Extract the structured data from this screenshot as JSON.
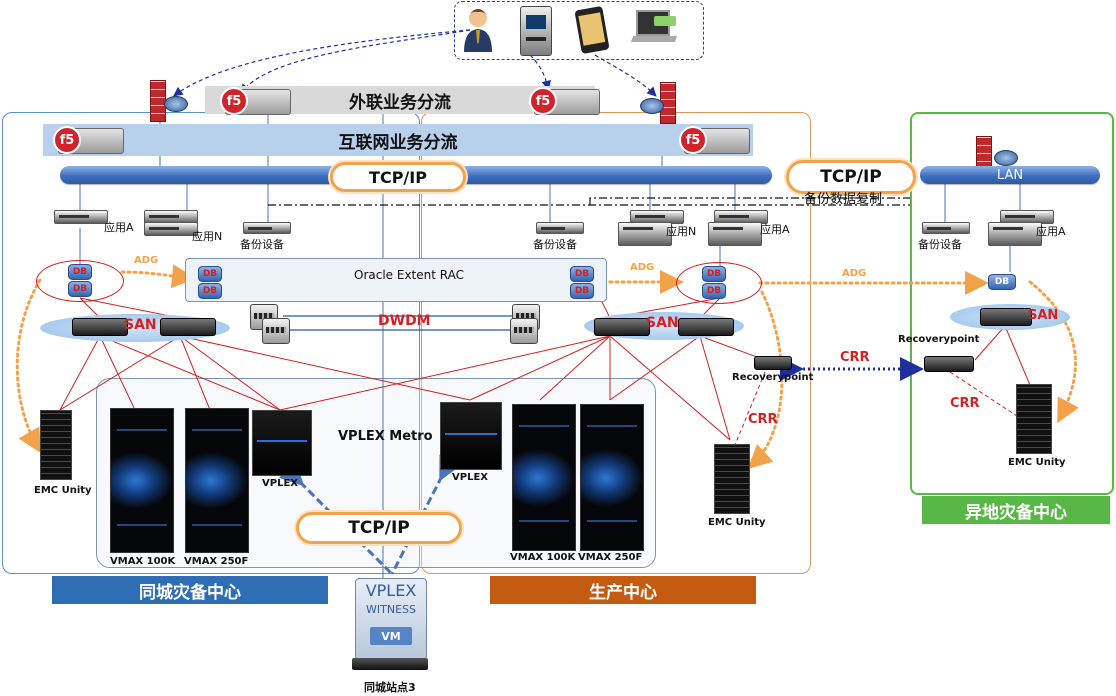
{
  "top_banner": "外联业务分流",
  "internet_banner": "互联网业务分流",
  "lan_label": "LAN",
  "tcpip": "TCP/IP",
  "backup_replication": "备份数据复制",
  "oracle_rac": "Oracle Extent  RAC",
  "dwdm": "DWDM",
  "vplex_metro": "VPLEX Metro",
  "vplex": "VPLEX",
  "san": "SAN",
  "db": "DB",
  "adg": "ADG",
  "crr": "CRR",
  "recoverypoint": "Recoverypoint",
  "emc_unity": "EMC Unity",
  "app_a": "应用A",
  "app_n": "应用N",
  "backup_device": "备份设备",
  "vmax_100k": "VMAX 100K",
  "vmax_250f": "VMAX 250F",
  "witness_title": "VPLEX",
  "witness_sub": "WITNESS",
  "vm": "VM",
  "site3": "同城站点3",
  "zones": {
    "same_city": "同城灾备中心",
    "production": "生产中心",
    "remote": "异地灾备中心"
  },
  "colors": {
    "same_city": "#2f6eb5",
    "production": "#c55a11",
    "remote": "#58b847",
    "lan": "#3e6fc0",
    "link_red": "#d42020",
    "adg_orange": "#f3a24a",
    "crr_blue": "#1f2f9e"
  },
  "icons": [
    "person-icon",
    "atm-icon",
    "mobile-icon",
    "laptop-icon",
    "firewall-icon",
    "router-icon",
    "f5-icon",
    "server-icon",
    "db-icon",
    "san-switch-icon",
    "vmax-rack-icon",
    "vplex-icon",
    "emc-unity-icon",
    "dwdm-icon",
    "recoverypoint-icon",
    "witness-icon"
  ]
}
